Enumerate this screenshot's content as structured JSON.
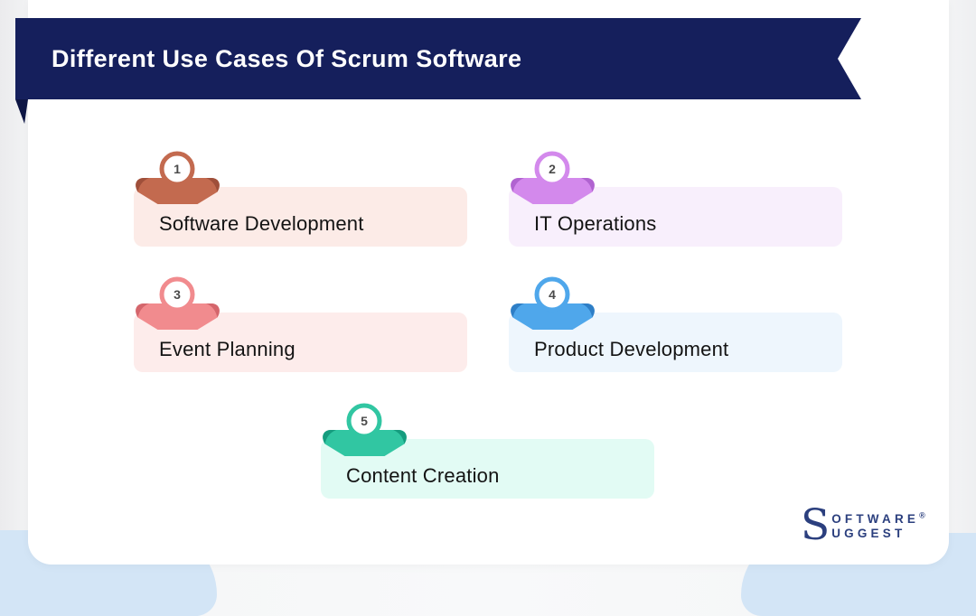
{
  "title": "Different Use Cases Of Scrum Software",
  "banner": {
    "background": "#151f5c",
    "fold_color": "#0d1544",
    "text_color": "#ffffff"
  },
  "items": [
    {
      "number": "1",
      "label": "Software Development",
      "colors": {
        "ribbon": "#c36a4f",
        "ribbon_dark": "#9f4f3a",
        "box": "#fcebe7"
      }
    },
    {
      "number": "2",
      "label": "IT Operations",
      "colors": {
        "ribbon": "#d389ec",
        "ribbon_dark": "#b063d0",
        "box": "#f8effc"
      }
    },
    {
      "number": "3",
      "label": "Event Planning",
      "colors": {
        "ribbon": "#f18b8e",
        "ribbon_dark": "#d4666c",
        "box": "#fdeceb"
      }
    },
    {
      "number": "4",
      "label": "Product Development",
      "colors": {
        "ribbon": "#4fa7eb",
        "ribbon_dark": "#2e7ec6",
        "box": "#eef6fd"
      }
    },
    {
      "number": "5",
      "label": "Content Creation",
      "colors": {
        "ribbon": "#31c6a2",
        "ribbon_dark": "#159c7e",
        "box": "#e2fbf4"
      }
    }
  ],
  "number_text_color": "#4a4a4a",
  "logo": {
    "initial": "S",
    "line1": "OFTWARE",
    "line2": "UGGEST",
    "registered_mark": "®",
    "color": "#2b3f7e"
  },
  "background_accent_color": "#d3e5f6"
}
